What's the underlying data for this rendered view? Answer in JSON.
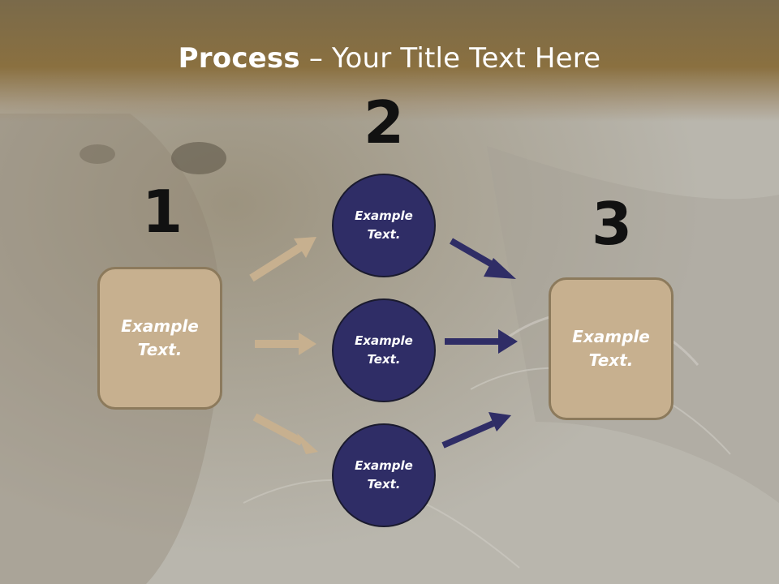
{
  "title": {
    "bold": "Process",
    "separator": " – ",
    "rest": "Your Title Text Here"
  },
  "steps": [
    {
      "number": "1"
    },
    {
      "number": "2"
    },
    {
      "number": "3"
    }
  ],
  "left_box": {
    "line1": "Example",
    "line2": "Text."
  },
  "circles": [
    {
      "line1": "Example",
      "line2": "Text."
    },
    {
      "line1": "Example",
      "line2": "Text."
    },
    {
      "line1": "Example",
      "line2": "Text."
    }
  ],
  "right_box": {
    "line1": "Example",
    "line2": "Text."
  },
  "colors": {
    "tan": "#c7b08f",
    "navy": "#2f2d66",
    "title_band": "#8a7040",
    "background": "#b9b6ad"
  }
}
